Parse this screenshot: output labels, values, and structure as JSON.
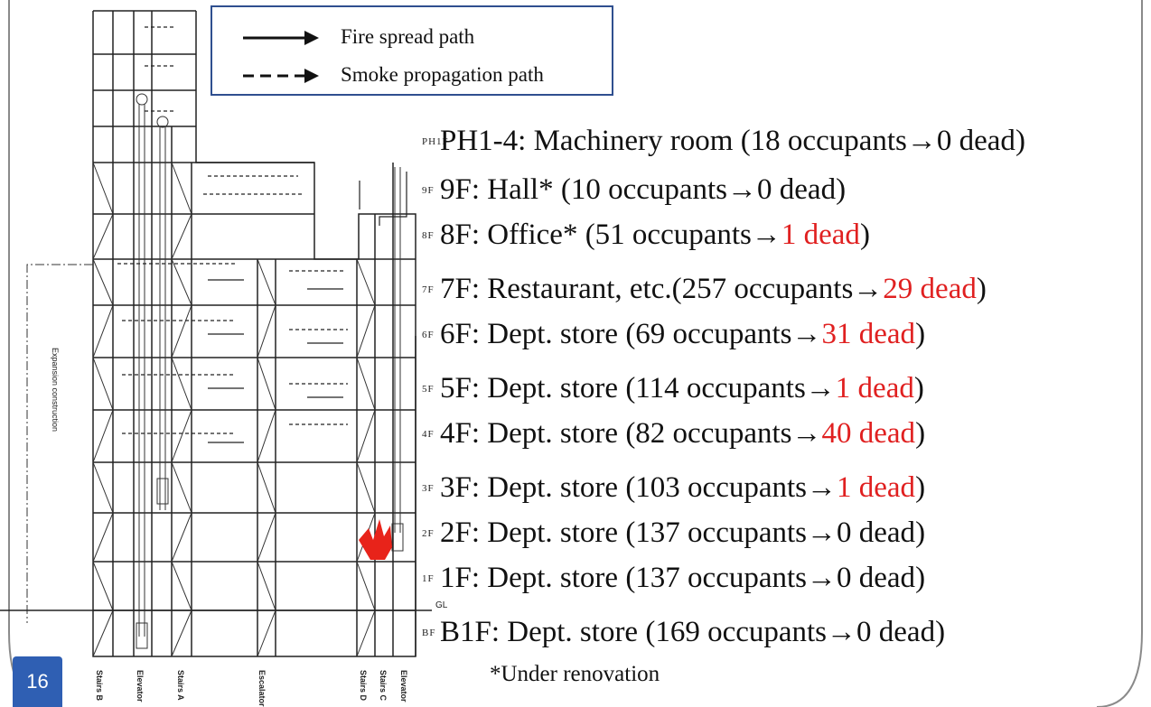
{
  "legend": {
    "fire_label": "Fire spread path",
    "smoke_label": "Smoke propagation path"
  },
  "floors": [
    {
      "tag": "PH1F",
      "pre": "PH1-4: Machinery room (18 occupants→",
      "dead": "0 dead",
      "dead_red": false,
      "post": ")"
    },
    {
      "tag": "9F",
      "pre": "9F: Hall* (10 occupants→",
      "dead": "0 dead",
      "dead_red": false,
      "post": ")"
    },
    {
      "tag": "8F",
      "pre": "8F: Office* (51 occupants→",
      "dead": "1 dead",
      "dead_red": true,
      "post": ")"
    },
    {
      "tag": "7F",
      "pre": "7F: Restaurant, etc.(257 occupants→",
      "dead": "29 dead",
      "dead_red": true,
      "post": ")"
    },
    {
      "tag": "6F",
      "pre": "6F: Dept. store (69 occupants→",
      "dead": "31 dead",
      "dead_red": true,
      "post": ")"
    },
    {
      "tag": "5F",
      "pre": "5F: Dept. store (114 occupants→",
      "dead": "1 dead",
      "dead_red": true,
      "post": ")"
    },
    {
      "tag": "4F",
      "pre": "4F: Dept. store (82 occupants→",
      "dead": "40 dead",
      "dead_red": true,
      "post": ")"
    },
    {
      "tag": "3F",
      "pre": "3F: Dept. store (103 occupants→",
      "dead": "1 dead",
      "dead_red": true,
      "post": ")"
    },
    {
      "tag": "2F",
      "pre": "2F: Dept. store (137 occupants→",
      "dead": "0 dead",
      "dead_red": false,
      "post": ")"
    },
    {
      "tag": "1F",
      "pre": "1F: Dept. store (137 occupants→",
      "dead": "0 dead",
      "dead_red": false,
      "post": ")"
    },
    {
      "tag": "BF",
      "pre": "B1F: Dept. store (169 occupants→",
      "dead": "0 dead",
      "dead_red": false,
      "post": ")"
    }
  ],
  "footnote": "*Under renovation",
  "page_number": "16",
  "drawing_labels": {
    "expansion": "Expansion construction",
    "gl": "GL",
    "stairs_b": "Stairs B",
    "elevator_1": "Elevator",
    "stairs_a": "Stairs A",
    "escalator": "Escalator",
    "stairs_d": "Stairs D",
    "stairs_c": "Stairs C",
    "elevator_2": "Elevator"
  }
}
